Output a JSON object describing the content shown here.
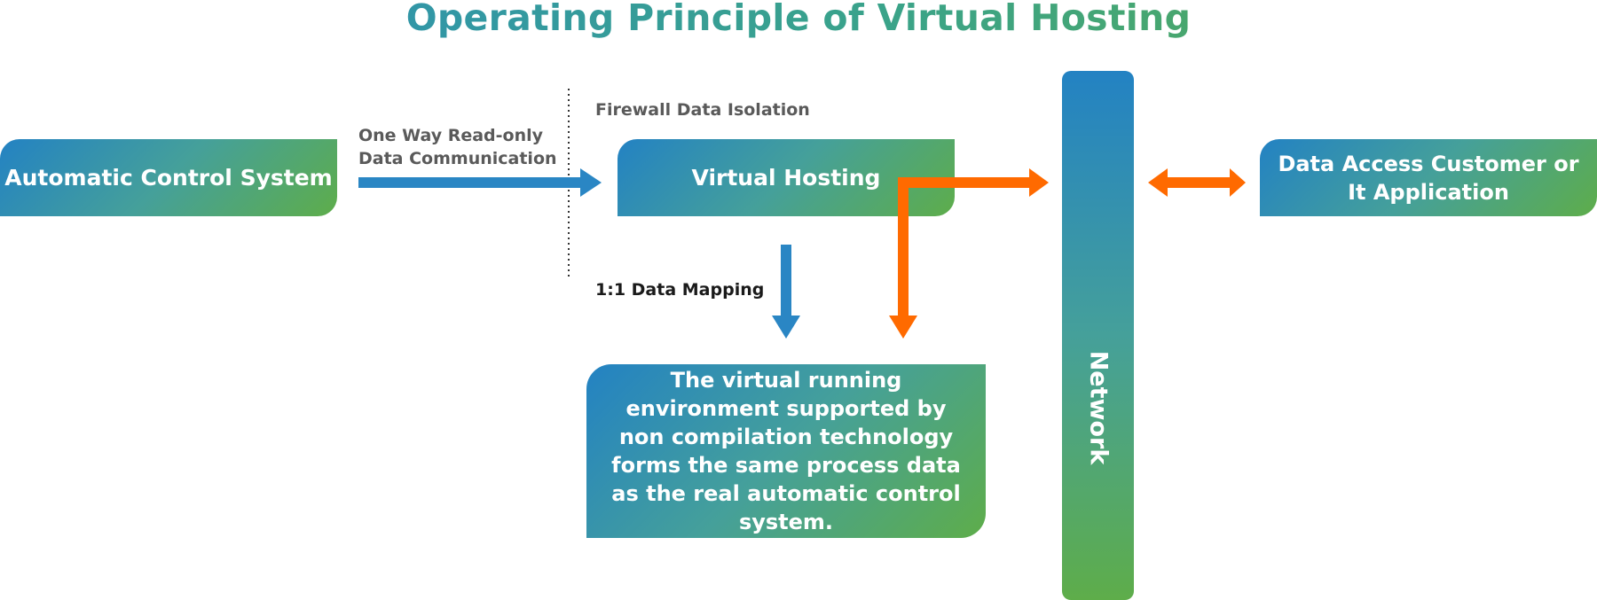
{
  "title": "Operating Principle of Virtual Hosting",
  "colors": {
    "gradient_start": "#2382c3",
    "gradient_mid": "#45a09a",
    "gradient_end": "#5ead4a",
    "blue_arrow": "#2a86c4",
    "orange_arrow": "#ff6a00",
    "label_gray": "#5a5a5a"
  },
  "nodes": {
    "automatic_control_system": "Automatic Control System",
    "virtual_hosting": "Virtual Hosting",
    "data_access_customer": "Data Access Customer or It Application",
    "environment_description": "The virtual running environment supported by non compilation technology forms the same process data as the real automatic control system.",
    "network": "Network"
  },
  "labels": {
    "one_way_line1": "One Way Read-only",
    "one_way_line2": "Data Communication",
    "firewall": "Firewall Data Isolation",
    "mapping": "1:1 Data Mapping"
  },
  "icons": [
    "arrow-right-icon",
    "arrow-down-icon",
    "double-arrow-icon",
    "firewall-divider"
  ]
}
